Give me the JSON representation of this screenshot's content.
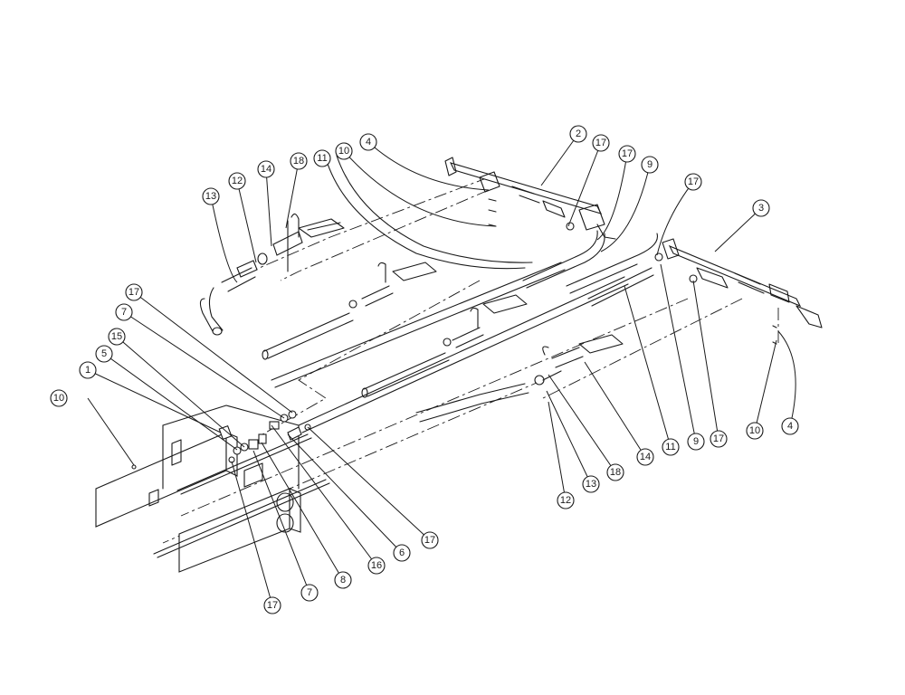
{
  "callouts": [
    {
      "label": "1"
    },
    {
      "label": "2"
    },
    {
      "label": "3"
    },
    {
      "label": "4"
    },
    {
      "label": "4"
    },
    {
      "label": "5"
    },
    {
      "label": "6"
    },
    {
      "label": "7"
    },
    {
      "label": "7"
    },
    {
      "label": "8"
    },
    {
      "label": "9"
    },
    {
      "label": "9"
    },
    {
      "label": "10"
    },
    {
      "label": "10"
    },
    {
      "label": "10"
    },
    {
      "label": "11"
    },
    {
      "label": "11"
    },
    {
      "label": "12"
    },
    {
      "label": "12"
    },
    {
      "label": "13"
    },
    {
      "label": "13"
    },
    {
      "label": "14"
    },
    {
      "label": "14"
    },
    {
      "label": "15"
    },
    {
      "label": "16"
    },
    {
      "label": "17"
    },
    {
      "label": "17"
    },
    {
      "label": "17"
    },
    {
      "label": "17"
    },
    {
      "label": "17"
    },
    {
      "label": "17"
    },
    {
      "label": "17"
    },
    {
      "label": "18"
    },
    {
      "label": "18"
    }
  ]
}
